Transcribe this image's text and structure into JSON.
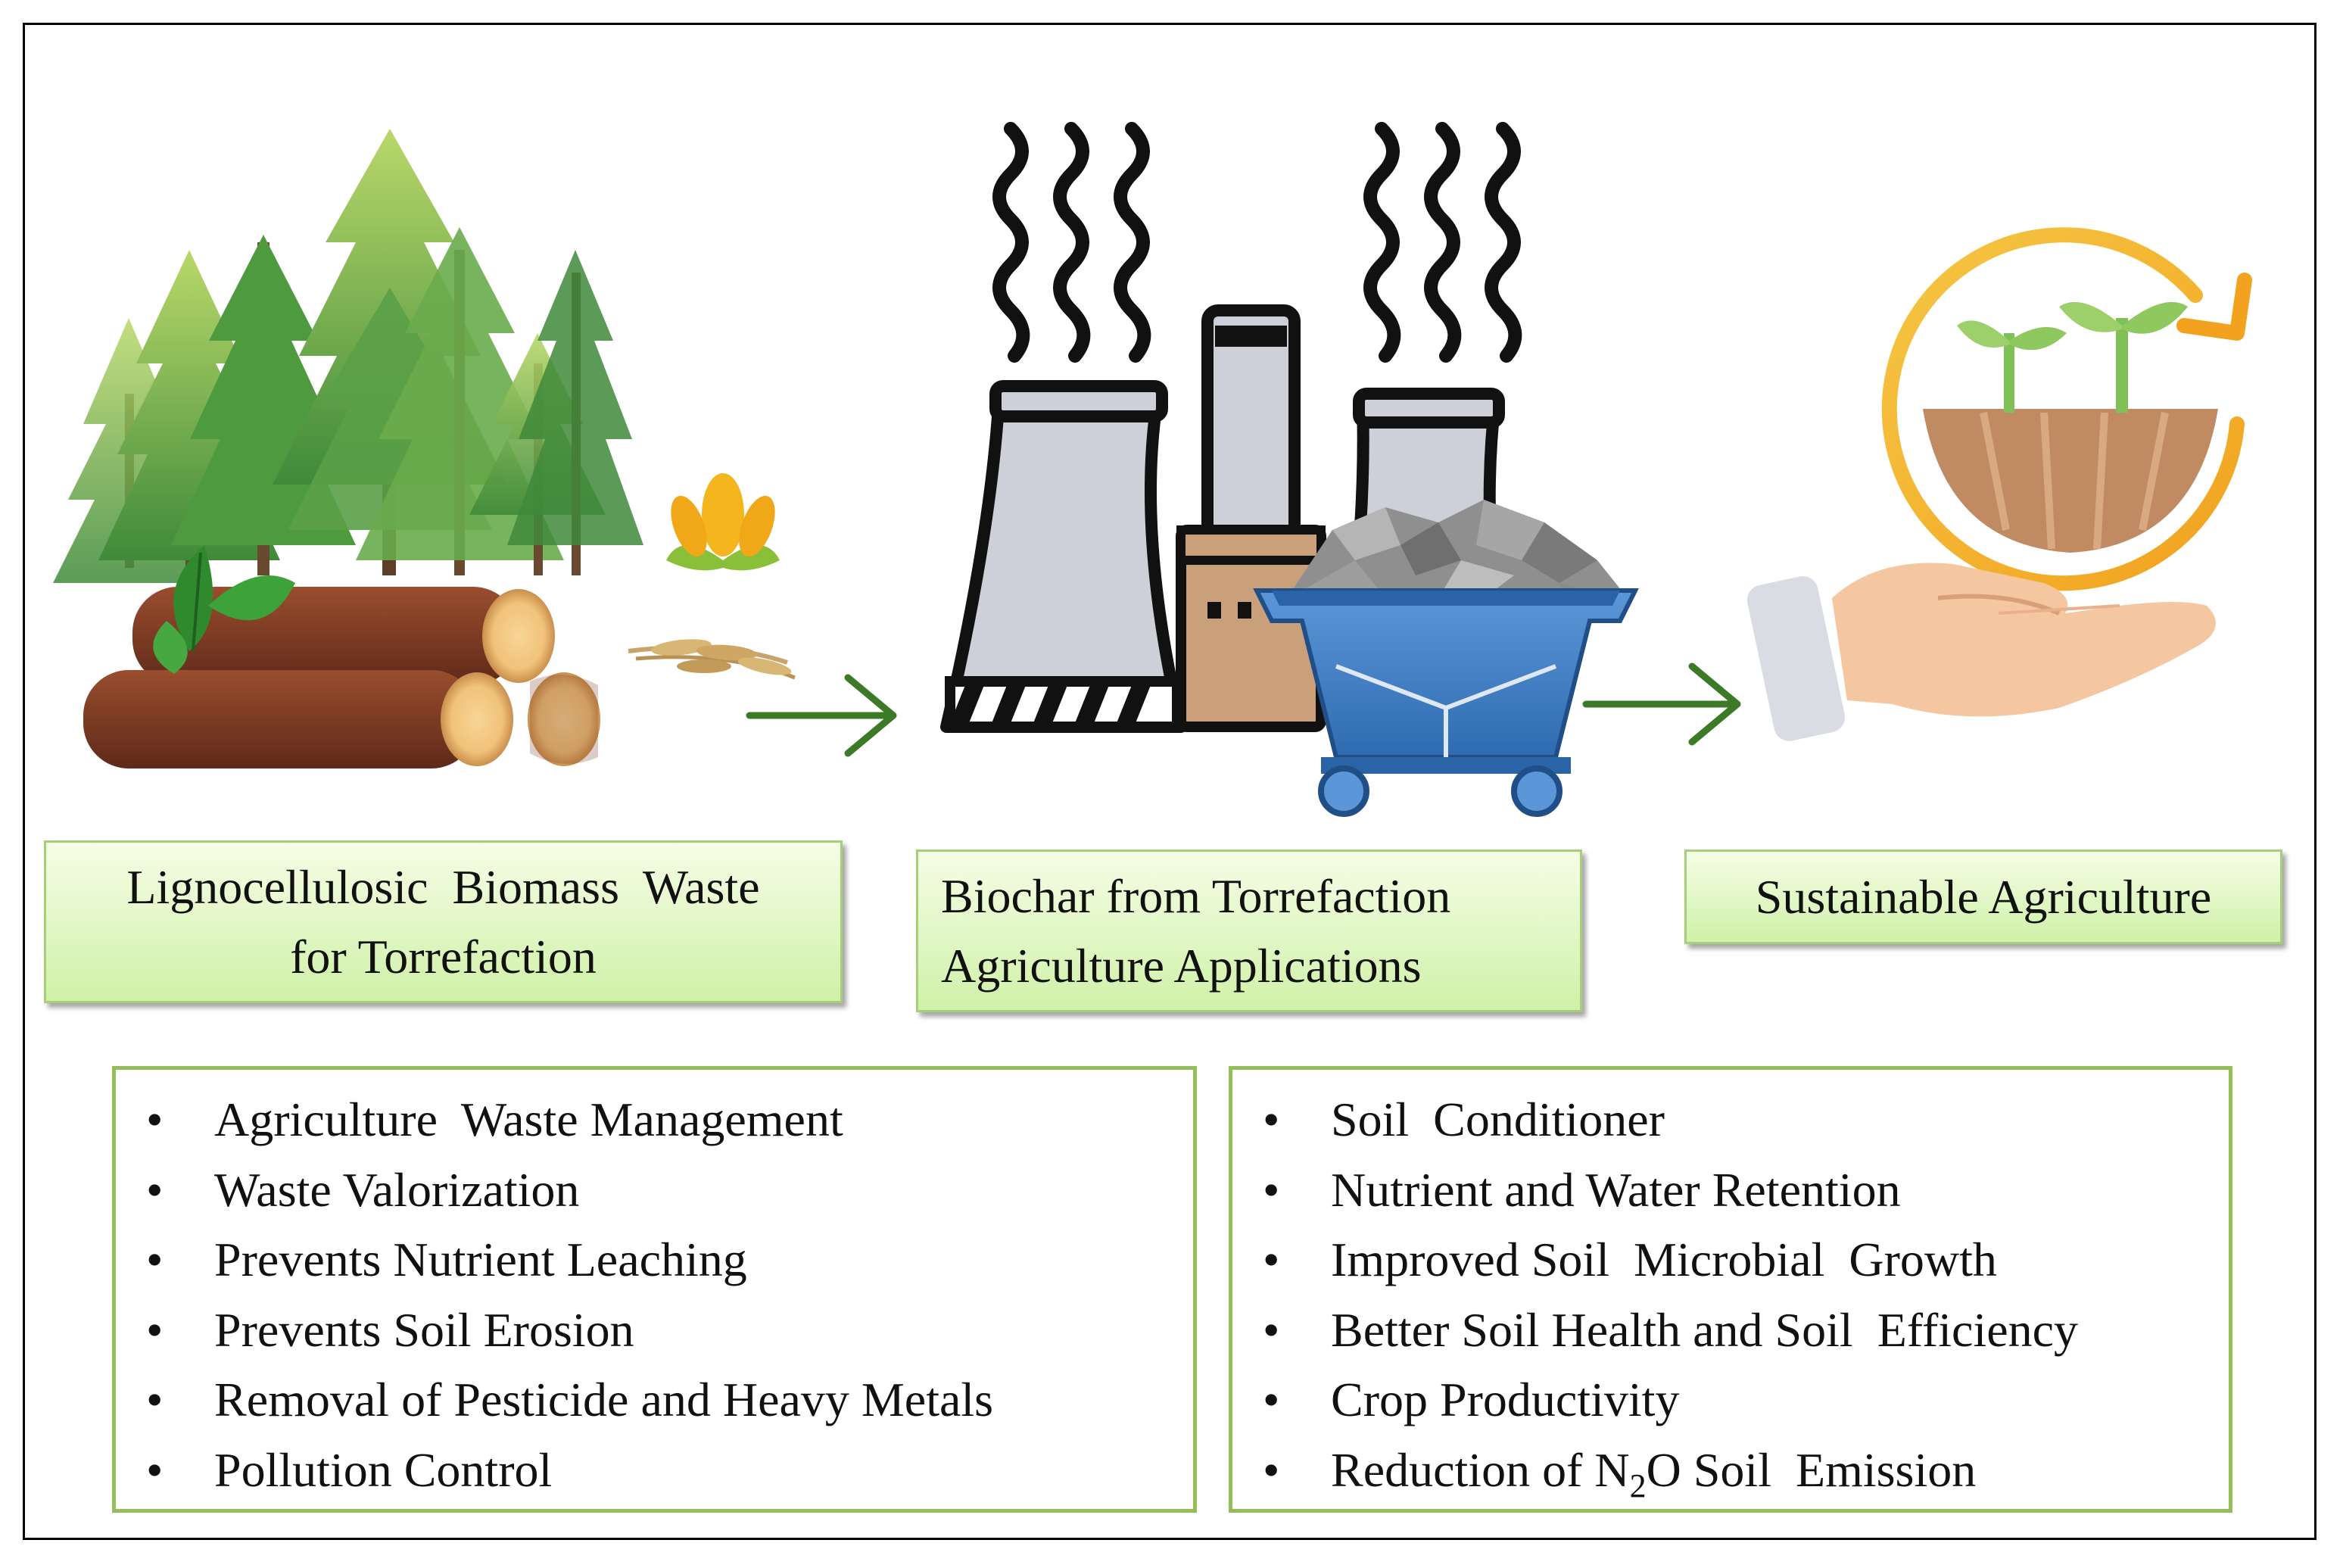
{
  "stages": [
    {
      "id": "biomass",
      "lines": [
        "Lignocellulosic  Biomass  Waste",
        "for Torrefaction"
      ]
    },
    {
      "id": "biochar",
      "lines": [
        "Biochar from Torrefaction",
        "Agriculture Applications"
      ]
    },
    {
      "id": "agriculture",
      "lines": [
        "Sustainable Agriculture"
      ]
    }
  ],
  "benefits_left": [
    "Agriculture  Waste Management",
    "Waste Valorization",
    "Prevents Nutrient Leaching",
    "Prevents Soil Erosion",
    "Removal of Pesticide and Heavy Metals",
    "Pollution Control"
  ],
  "benefits_right": [
    "Soil  Conditioner",
    "Nutrient and Water Retention",
    "Improved Soil  Microbial  Growth",
    "Better Soil Health and Soil  Efficiency",
    "Crop Productivity"
  ],
  "emission_item": {
    "prefix": "Reduction of N",
    "subscript": "2",
    "suffix": "O Soil  Emission"
  },
  "icons": [
    "tree-icon",
    "log-icon",
    "leaf-icon",
    "corn-icon",
    "wheat-icon",
    "arrow-icon",
    "factory-icon",
    "smoke-icon",
    "mine-cart-icon",
    "biochar-icon",
    "hand-icon",
    "sprout-icon",
    "cycle-arrow-icon"
  ],
  "colors": {
    "arrow": "#3d7a28",
    "label_border": "#a7cf7b",
    "list_border": "#93be5a",
    "cart": "#4a84c6",
    "log": "#7a3b25",
    "soil": "#c08a62"
  }
}
